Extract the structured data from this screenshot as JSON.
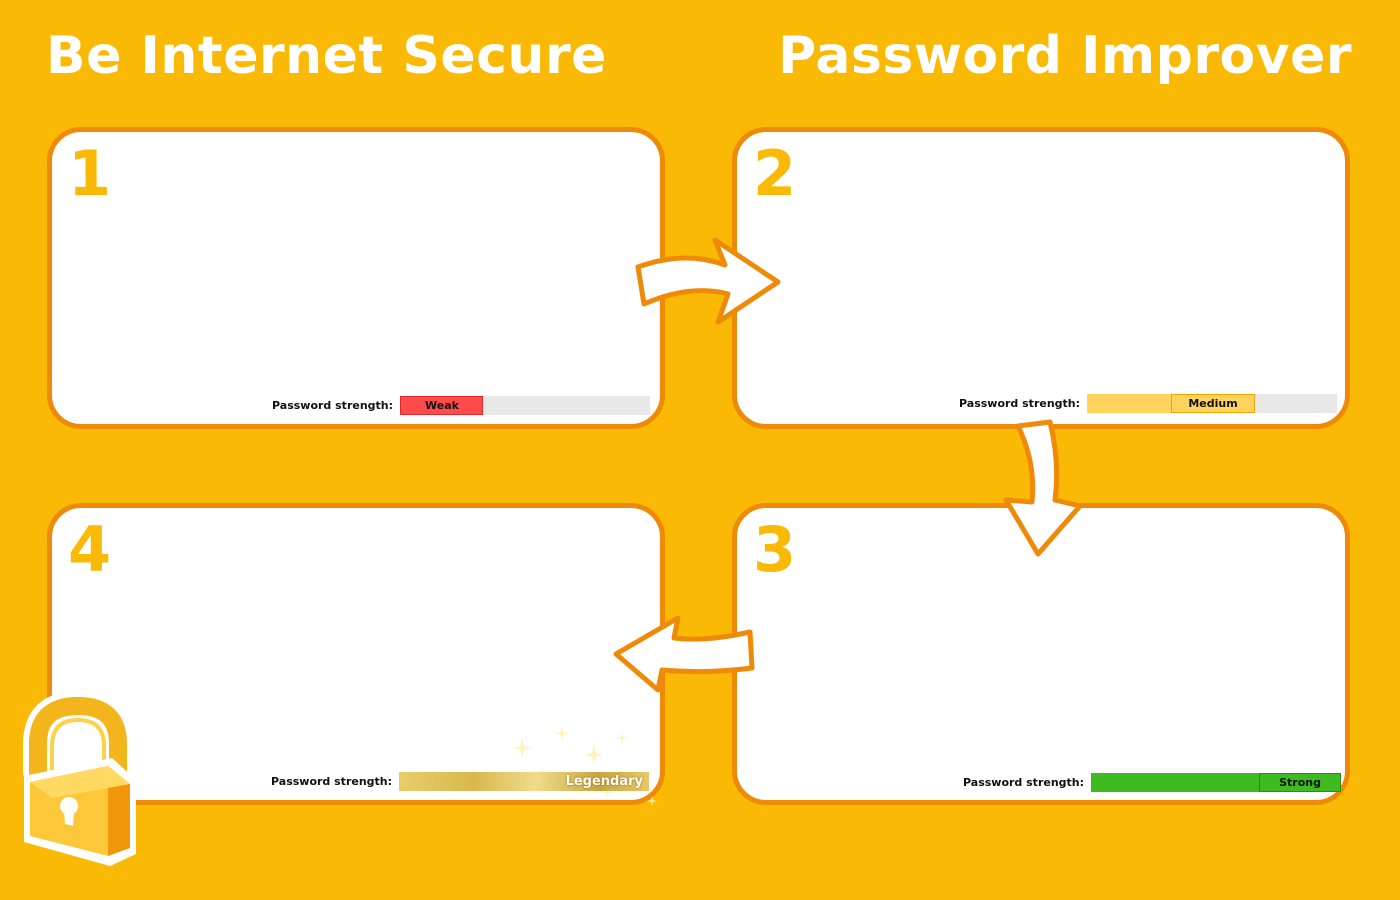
{
  "header": {
    "title_left": "Be Internet Secure",
    "title_right": "Password Improver"
  },
  "strength_label": "Password strength:",
  "panels": [
    {
      "number": "1",
      "level_label": "Weak",
      "level_fraction": 0.33,
      "level_color": "#ff4b4b"
    },
    {
      "number": "2",
      "level_label": "Medium",
      "level_fraction": 0.67,
      "level_color": "#ffd35c"
    },
    {
      "number": "3",
      "level_label": "Strong",
      "level_fraction": 1.0,
      "level_color": "#3dbb21"
    },
    {
      "number": "4",
      "level_label": "Legendary",
      "level_fraction": 1.0,
      "level_color": "#d9b64a"
    }
  ],
  "colors": {
    "background": "#f9b904",
    "panel_border": "#ef8a09",
    "number": "#f9b904",
    "title": "#ffffff"
  },
  "icons": [
    "arrow-right-icon",
    "arrow-down-icon",
    "arrow-left-icon",
    "padlock-icon",
    "sparkles-icon"
  ]
}
